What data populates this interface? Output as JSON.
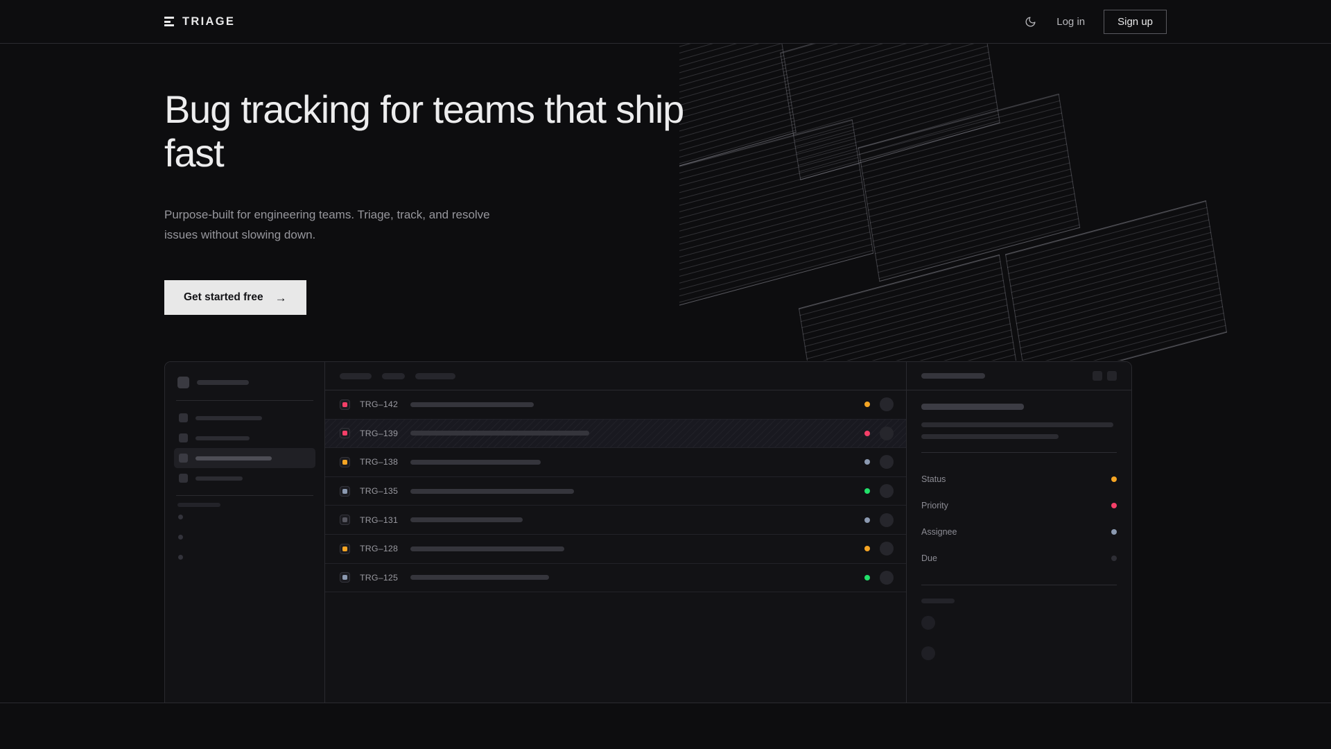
{
  "nav": {
    "brand": "TRIAGE",
    "brand_icon": "stacked-bars-logo-icon",
    "theme_toggle_icon": "moon-icon",
    "login_label": "Log in",
    "signup_label": "Sign up"
  },
  "hero": {
    "title": "Bug tracking for teams that ship fast",
    "subtitle": "Purpose-built for engineering teams. Triage, track, and resolve issues without slowing down.",
    "cta_label": "Get started free",
    "cta_arrow": "→"
  },
  "colors": {
    "page_bg": "#0d0d0f",
    "panel_bg": "#121215",
    "border": "#2a2a2f",
    "text_primary": "#ededee",
    "text_muted": "#97979d",
    "cta_bg": "#e8e8e8",
    "pink": "#f43f68",
    "amber": "#f5a524",
    "green": "#22e06a",
    "slate": "#8b99b0",
    "gray": "#3a3a41"
  },
  "mockup": {
    "sidebar": {
      "nav_item_count": 4,
      "active_index": 2,
      "item_bar_widths": [
        96,
        78,
        110,
        68
      ],
      "section_dot_count": 3
    },
    "toolbar": {
      "chip_widths": [
        46,
        33,
        58
      ]
    },
    "list": {
      "rows": [
        {
          "id": "TRG–142",
          "priority_color": "#f43f68",
          "title_bar_width": 178,
          "status_color": "#f5a524",
          "highlighted": false
        },
        {
          "id": "TRG–139",
          "priority_color": "#f43f68",
          "title_bar_width": 258,
          "status_color": "#f43f68",
          "highlighted": true
        },
        {
          "id": "TRG–138",
          "priority_color": "#f5a524",
          "title_bar_width": 188,
          "status_color": "#8b99b0",
          "highlighted": false
        },
        {
          "id": "TRG–135",
          "priority_color": "#8b99b0",
          "title_bar_width": 236,
          "status_color": "#22e06a",
          "highlighted": false
        },
        {
          "id": "TRG–131",
          "priority_color": "#55555e",
          "title_bar_width": 162,
          "status_color": "#8b99b0",
          "highlighted": false
        },
        {
          "id": "TRG–128",
          "priority_color": "#f5a524",
          "title_bar_width": 222,
          "status_color": "#f5a524",
          "highlighted": false
        },
        {
          "id": "TRG–125",
          "priority_color": "#8b99b0",
          "title_bar_width": 200,
          "status_color": "#22e06a",
          "highlighted": false
        }
      ]
    },
    "detail": {
      "header_button_count": 2,
      "body_line_widths": [
        277,
        198
      ],
      "fields": [
        {
          "label": "Status",
          "value_color": "#f5a524"
        },
        {
          "label": "Priority",
          "value_color": "#f43f68"
        },
        {
          "label": "Assignee",
          "value_color": "#8b99b0"
        },
        {
          "label": "Due",
          "value_color": "#2e2e35"
        }
      ],
      "comment_avatar_count": 2
    }
  }
}
